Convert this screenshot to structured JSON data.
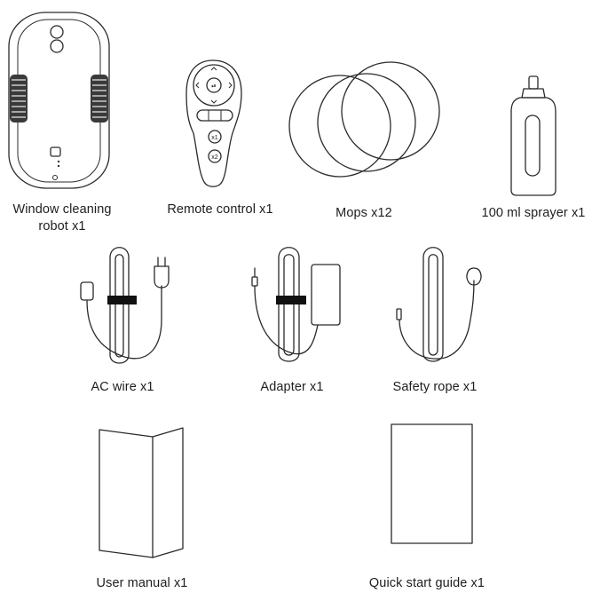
{
  "items": [
    {
      "label_line1": "Window cleaning",
      "label_line2": "robot x1"
    },
    {
      "label": "Remote control x1"
    },
    {
      "label": "Mops x12"
    },
    {
      "label": "100 ml sprayer x1"
    },
    {
      "label": "AC wire x1"
    },
    {
      "label": "Adapter x1"
    },
    {
      "label": "Safety rope x1"
    },
    {
      "label": "User manual x1"
    },
    {
      "label": "Quick start guide x1"
    }
  ],
  "remote": {
    "play_glyph": "⏯",
    "speed1": "x1",
    "speed2": "x2"
  }
}
